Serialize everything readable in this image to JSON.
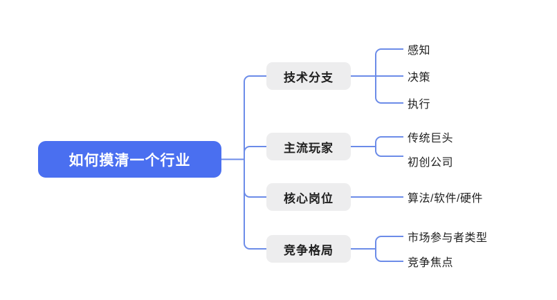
{
  "mindmap": {
    "title": "如何摸清一个行业",
    "colors": {
      "root_fill": "#4A6FF0",
      "root_text": "#FFFFFF",
      "branch_fill": "#EDEDEE",
      "branch_text": "#1F1F1F",
      "connector": "#6B8BE8",
      "leaf_text": "#202020",
      "background": "#FFFFFF"
    },
    "root": {
      "label": "如何摸清一个行业"
    },
    "branches": [
      {
        "label": "技术分支",
        "leaves": [
          {
            "label": "感知"
          },
          {
            "label": "决策"
          },
          {
            "label": "执行"
          }
        ]
      },
      {
        "label": "主流玩家",
        "leaves": [
          {
            "label": "传统巨头"
          },
          {
            "label": "初创公司"
          }
        ]
      },
      {
        "label": "核心岗位",
        "leaves": [
          {
            "label": "算法/软件/硬件"
          }
        ]
      },
      {
        "label": "竞争格局",
        "leaves": [
          {
            "label": "市场参与者类型"
          },
          {
            "label": "竞争焦点"
          }
        ]
      }
    ]
  }
}
